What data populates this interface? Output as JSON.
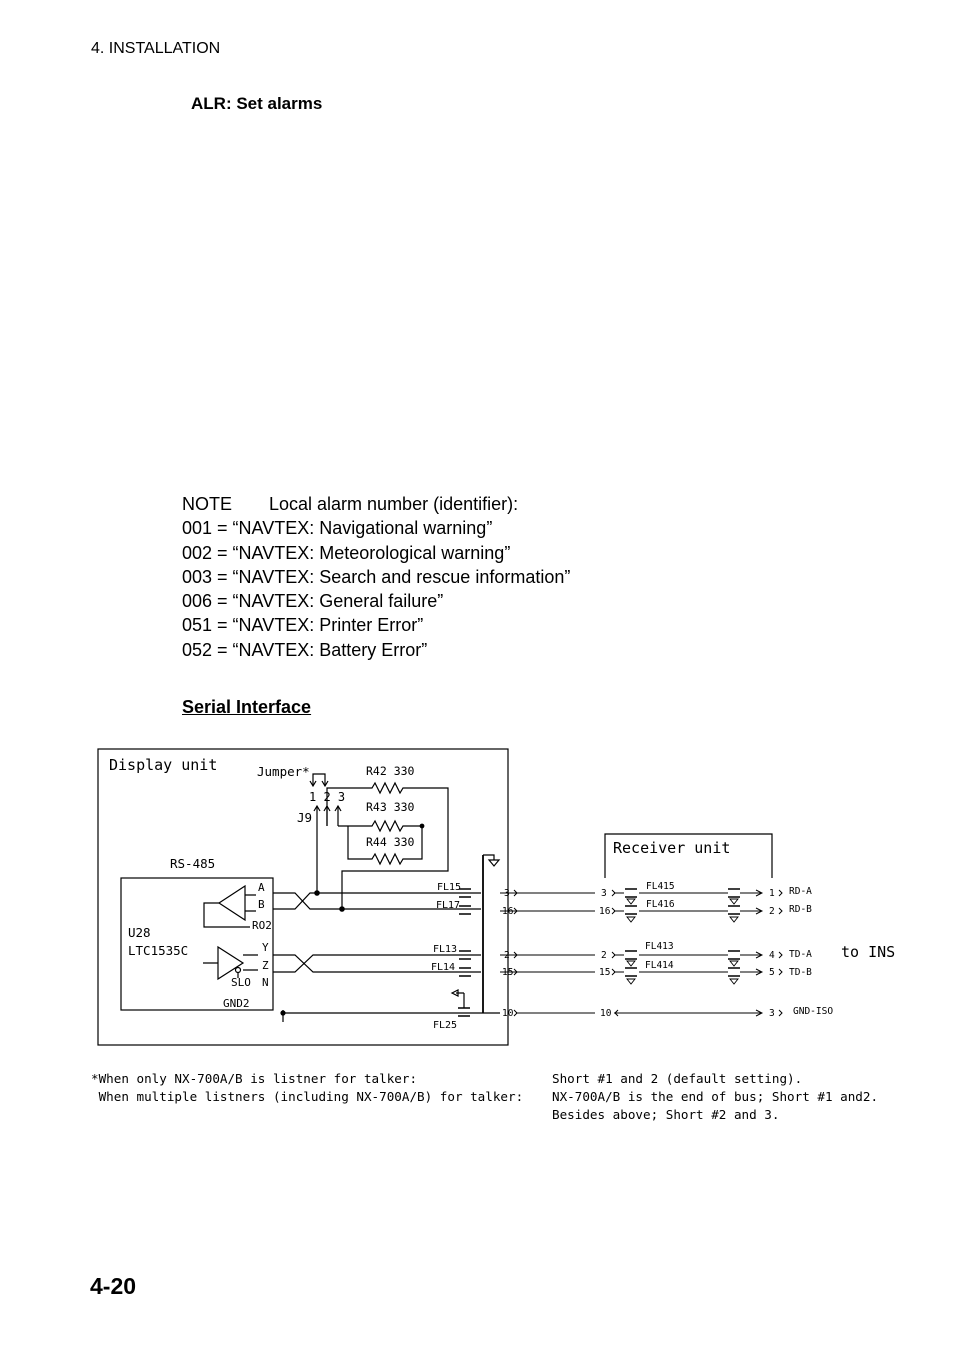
{
  "header": {
    "section": "4. INSTALLATION"
  },
  "alr": {
    "title": "ALR: Set alarms"
  },
  "note": {
    "label": "NOTE",
    "heading": "Local alarm number (identifier):",
    "items": [
      "001 = “NAVTEX: Navigational warning”",
      "002 = “NAVTEX: Meteorological warning”",
      "003 = “NAVTEX: Search and rescue information”",
      "006 = “NAVTEX: General failure”",
      "051 = “NAVTEX: Printer Error”",
      "052 = “NAVTEX: Battery Error”"
    ]
  },
  "serial": {
    "title": "Serial Interface"
  },
  "diagram": {
    "display_unit": "Display unit",
    "receiver_unit": "Receiver unit",
    "jumper": "Jumper*",
    "jumper_pins": "1 2 3",
    "j9": "J9",
    "r42": "R42 330",
    "r43": "R43 330",
    "r44": "R44 330",
    "rs485": "RS-485",
    "u28": "U28",
    "ltc": "LTC1535C",
    "pin_a": "A",
    "pin_b": "B",
    "pin_ro2": "RO2",
    "pin_y": "Y",
    "pin_z": "Z",
    "pin_slo": "SLO",
    "pin_n": "N",
    "gnd2": "GND2",
    "fl15": "FL15",
    "fl17": "FL17",
    "fl13": "FL13",
    "fl14": "FL14",
    "fl25": "FL25",
    "fl415": "FL415",
    "fl416": "FL416",
    "fl413": "FL413",
    "fl414": "FL414",
    "left_pins": [
      "3",
      "16",
      "2",
      "15",
      "10"
    ],
    "right_pins": [
      "3",
      "16",
      "2",
      "15",
      "10"
    ],
    "out_pins": [
      "1",
      "2",
      "4",
      "5",
      "3"
    ],
    "signals": [
      "RD-A",
      "RD-B",
      "TD-A",
      "TD-B",
      "GND-ISO"
    ],
    "to_ins": "to INS"
  },
  "footnote": {
    "line1_left": "*When only NX-700A/B is listner for talker:",
    "line2_left": " When multiple listners (including NX-700A/B) for talker:",
    "line1_right": "Short #1 and 2 (default setting).",
    "line2_right": "NX-700A/B is the end of bus; Short #1 and2.",
    "line3_right": "Besides above; Short #2 and 3."
  },
  "page": {
    "number": "4-20"
  }
}
